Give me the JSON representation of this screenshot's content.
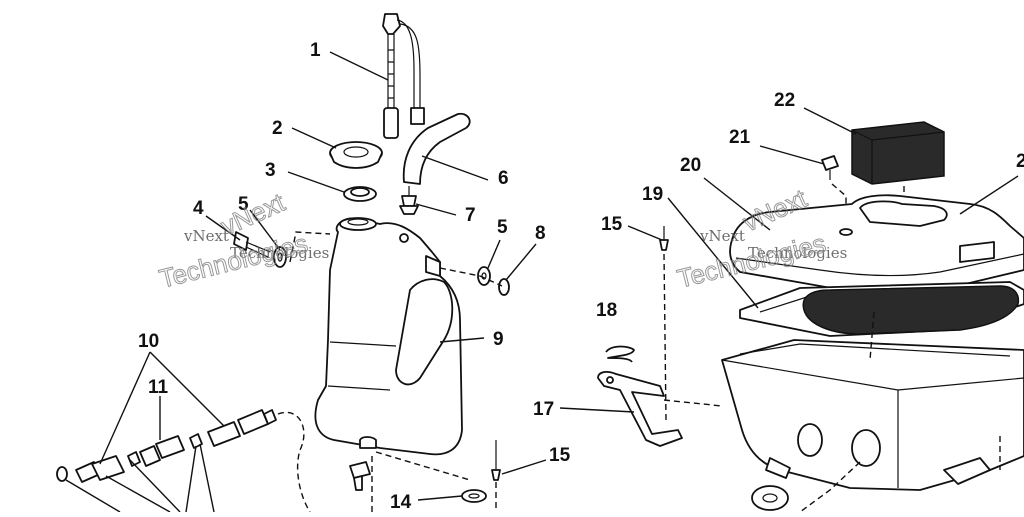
{
  "callouts": [
    {
      "id": "c1",
      "label": "1"
    },
    {
      "id": "c2",
      "label": "2"
    },
    {
      "id": "c3",
      "label": "3"
    },
    {
      "id": "c4",
      "label": "4"
    },
    {
      "id": "c5a",
      "label": "5"
    },
    {
      "id": "c6",
      "label": "6"
    },
    {
      "id": "c7",
      "label": "7"
    },
    {
      "id": "c5b",
      "label": "5"
    },
    {
      "id": "c8",
      "label": "8"
    },
    {
      "id": "c9",
      "label": "9"
    },
    {
      "id": "c10",
      "label": "10"
    },
    {
      "id": "c11",
      "label": "11"
    },
    {
      "id": "c14",
      "label": "14"
    },
    {
      "id": "c15a",
      "label": "15"
    },
    {
      "id": "c15b",
      "label": "15"
    },
    {
      "id": "c17",
      "label": "17"
    },
    {
      "id": "c18",
      "label": "18"
    },
    {
      "id": "c19",
      "label": "19"
    },
    {
      "id": "c20",
      "label": "20"
    },
    {
      "id": "c21",
      "label": "21"
    },
    {
      "id": "c22",
      "label": "22"
    },
    {
      "id": "c23",
      "label": "2"
    }
  ],
  "watermarks": [
    {
      "id": "wm1",
      "line1": "vNext",
      "line2": "Technologies"
    },
    {
      "id": "wm2",
      "line1": "vNext",
      "line2": "Technologies"
    }
  ]
}
